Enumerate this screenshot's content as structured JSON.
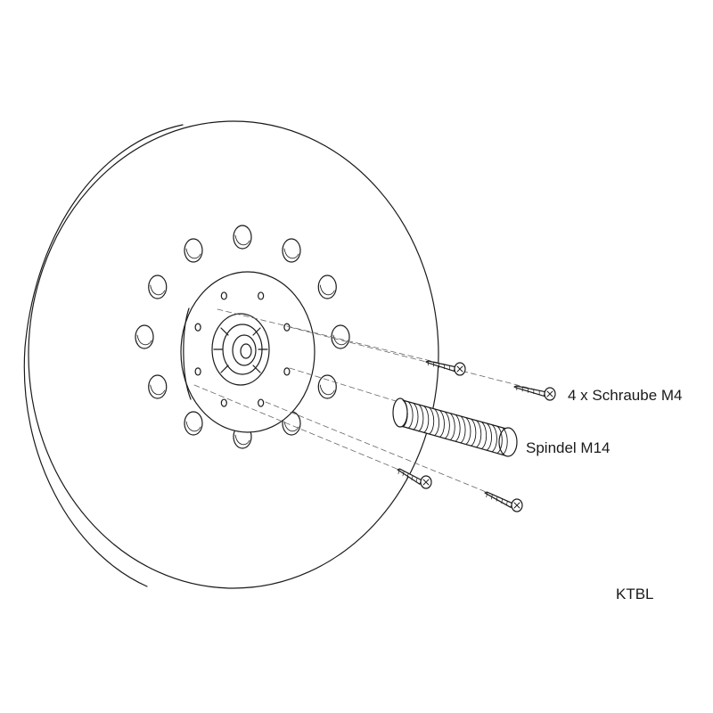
{
  "labels": {
    "screws": "4 x Schraube M4",
    "spindle": "Spindel M14",
    "credit": "KTBL"
  },
  "style": {
    "line_color": "#1a1a1a",
    "background": "#ffffff"
  },
  "parts": {
    "disc_holes": 12,
    "flange_holes": 8,
    "screw_count": 4
  }
}
